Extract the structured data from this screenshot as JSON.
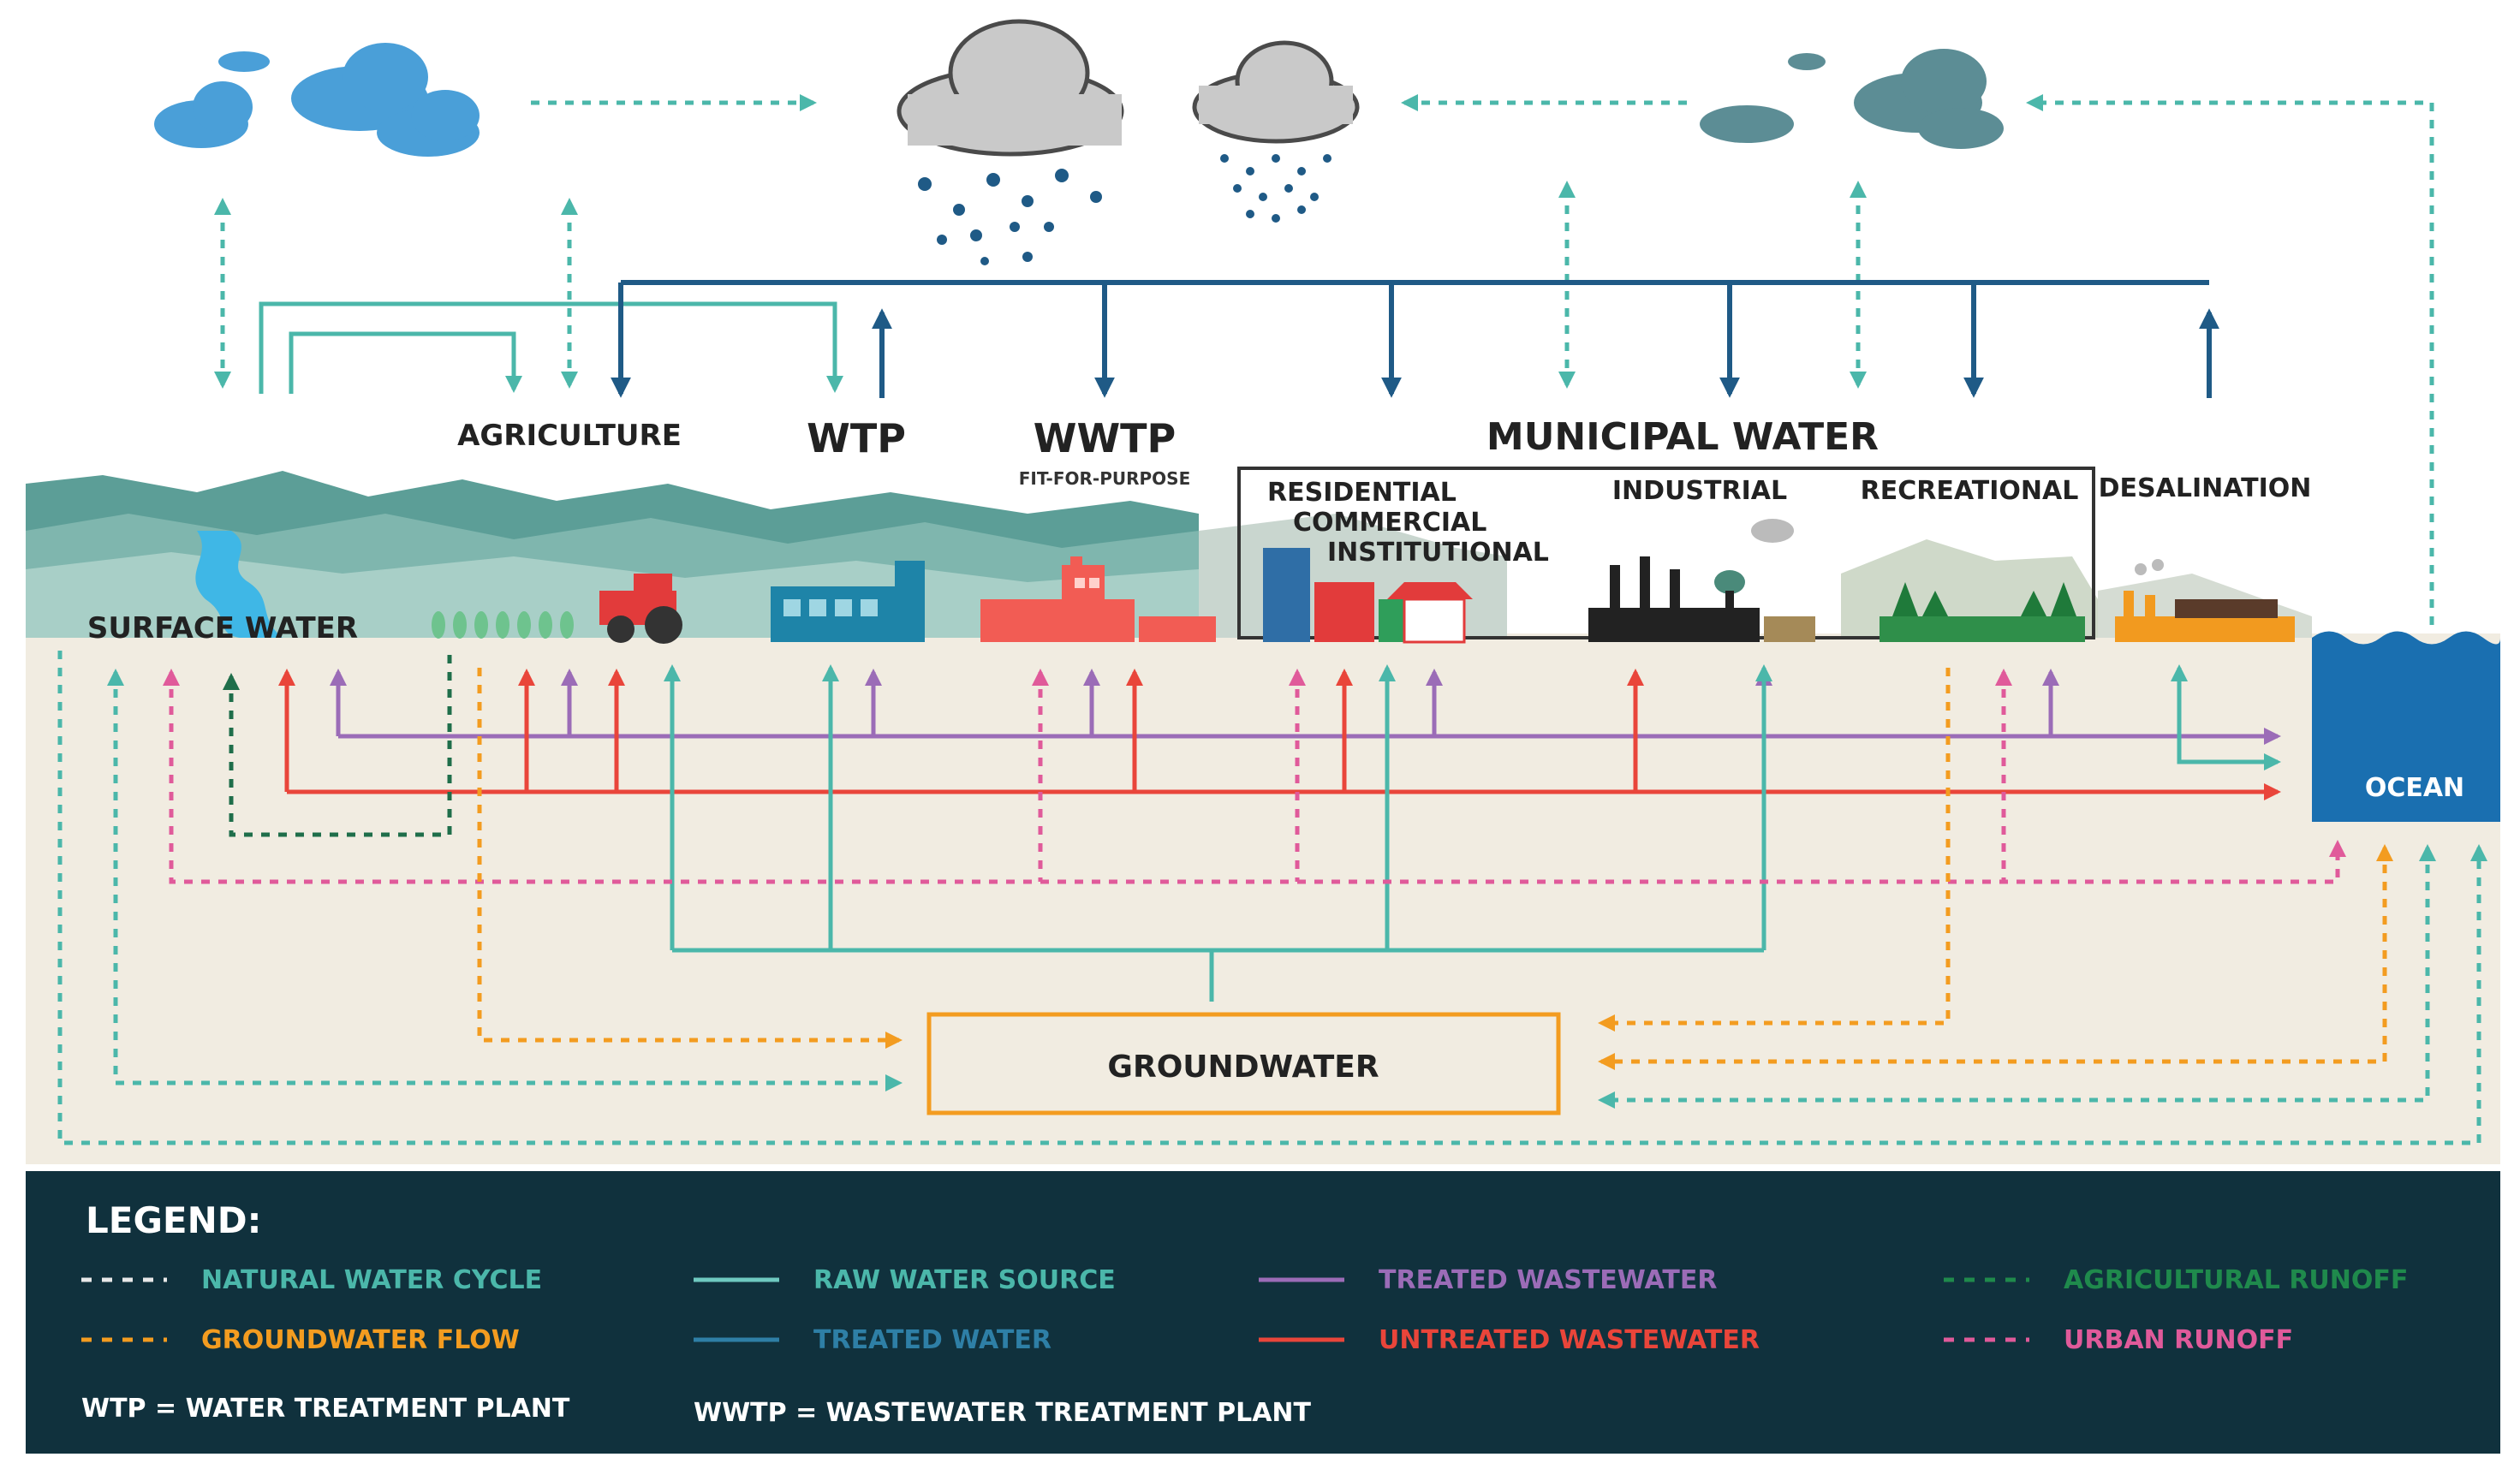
{
  "labels": {
    "agriculture": "AGRICULTURE",
    "wtp": "WTP",
    "wwtp": "WWTP",
    "wwtp_sub": "FIT-FOR-PURPOSE",
    "municipal": "MUNICIPAL WATER",
    "residential": "RESIDENTIAL",
    "commercial": "COMMERCIAL",
    "institutional": "INSTITUTIONAL",
    "industrial": "INDUSTRIAL",
    "recreational": "RECREATIONAL",
    "desalination": "DESALINATION",
    "surface_water": "SURFACE WATER",
    "ocean": "OCEAN",
    "groundwater": "GROUNDWATER"
  },
  "legend": {
    "title": "LEGEND:",
    "items": [
      {
        "label": "NATURAL WATER CYCLE",
        "color": "#4bb7aa",
        "style": "dashed",
        "line_color": "#e8e8e8"
      },
      {
        "label": "RAW WATER SOURCE",
        "color": "#4bb7aa",
        "style": "solid",
        "line_color": "#6ec9c0"
      },
      {
        "label": "TREATED WASTEWATER",
        "color": "#9b6cb7",
        "style": "solid",
        "line_color": "#9b6cb7"
      },
      {
        "label": "AGRICULTURAL RUNOFF",
        "color": "#1f8a4c",
        "style": "dashed",
        "line_color": "#1f8a4c"
      },
      {
        "label": "GROUNDWATER FLOW",
        "color": "#f39c20",
        "style": "dashed",
        "line_color": "#f39c20"
      },
      {
        "label": "TREATED WATER",
        "color": "#2e7fa6",
        "style": "solid",
        "line_color": "#2e7fa6"
      },
      {
        "label": "UNTREATED WASTEWATER",
        "color": "#e9453a",
        "style": "solid",
        "line_color": "#e9453a"
      },
      {
        "label": "URBAN RUNOFF",
        "color": "#e05a9a",
        "style": "dashed",
        "line_color": "#e05a9a"
      }
    ],
    "abbr_wtp": "WTP = WATER TREATMENT PLANT",
    "abbr_wwtp": "WWTP = WASTEWATER TREATMENT PLANT"
  },
  "colors": {
    "natural": "#4bb7aa",
    "raw": "#4bb7aa",
    "treated_water": "#1f5a86",
    "treated_wastewater": "#9b6cb7",
    "untreated": "#e9453a",
    "urban_runoff": "#e05a9a",
    "agri_runoff": "#1f6e4a",
    "groundwater_flow": "#f39c20",
    "legend_bg": "#10313d",
    "ocean": "#1a6fb0",
    "ground": "#f1ece1"
  },
  "icons": [
    "cloud-icon",
    "rain-icon",
    "tractor-icon",
    "crops-icon",
    "water-treatment-plant-icon",
    "wastewater-plant-icon",
    "city-buildings-icon",
    "factory-icon",
    "park-icon",
    "desalination-plant-icon",
    "ocean-waves-icon",
    "mountains-icon",
    "river-icon"
  ]
}
